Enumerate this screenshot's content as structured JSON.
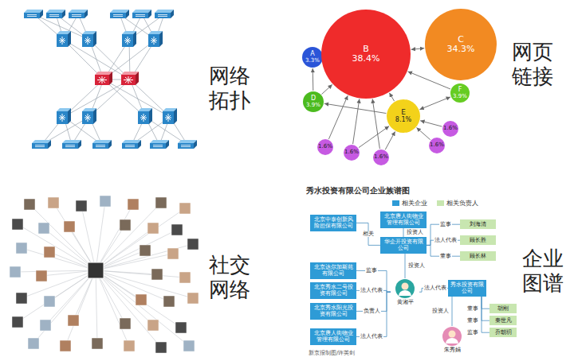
{
  "diagram": {
    "nodes": [
      {
        "text": [
          "A",
          "3.3%"
        ]
      },
      {
        "text": [
          "B",
          "38.4%"
        ]
      },
      {
        "text": [
          "C",
          "34.3%"
        ]
      },
      {
        "text": [
          "D",
          "3.9%"
        ]
      },
      {
        "text": [
          "E",
          "8.1%"
        ]
      },
      {
        "text": [
          "F",
          "3.9%"
        ]
      },
      {
        "text": [
          "1.6%"
        ]
      },
      {
        "text": [
          "1.6%"
        ]
      },
      {
        "text": [
          "1.6%"
        ]
      },
      {
        "text": [
          "1.6%"
        ]
      },
      {
        "text": [
          "1.6%"
        ]
      },
      {
        "text": [
          "北京中泰创新风险担保有限公司"
        ]
      },
      {
        "text": [
          "北京唐人街物业管理有限公司"
        ]
      },
      {
        "text": [
          "华企开投资有限公司"
        ]
      },
      {
        "text": [
          "北京达尔加斯苑有限公司"
        ]
      },
      {
        "text": [
          "北京秀水二号投资有限公司"
        ]
      },
      {
        "text": [
          "北京秀水阳光投资有限公司"
        ]
      },
      {
        "text": [
          "北京唐人街物业管理有限公司"
        ]
      },
      {
        "text": [
          "秀水投资有限公司"
        ]
      },
      {
        "text": [
          "刘海清"
        ]
      },
      {
        "text": [
          "顾长胜"
        ]
      },
      {
        "text": [
          "顾长林"
        ]
      },
      {
        "text": [
          "胡刚"
        ]
      },
      {
        "text": [
          "秦世凡"
        ]
      },
      {
        "text": [
          "乔朝玥"
        ]
      },
      {
        "text": [
          "黄湘平"
        ]
      },
      {
        "text": [
          "朱秀娟"
        ]
      }
    ],
    "edges": [
      {
        "from": 1,
        "to": 2,
        "arrow": "both"
      },
      {
        "from": 3,
        "to": 0,
        "arrow": "to"
      },
      {
        "from": 3,
        "to": 1,
        "arrow": "to"
      },
      {
        "from": 4,
        "to": 1,
        "arrow": "to"
      },
      {
        "from": 4,
        "to": 3,
        "arrow": "to"
      },
      {
        "from": 4,
        "to": 5,
        "arrow": "both"
      },
      {
        "from": 5,
        "to": 1,
        "arrow": "to"
      },
      {
        "from": 6,
        "to": 1,
        "arrow": "to"
      },
      {
        "from": 7,
        "to": 1,
        "arrow": "to"
      },
      {
        "from": 7,
        "to": 4,
        "arrow": "to"
      },
      {
        "from": 8,
        "to": 1,
        "arrow": "to"
      },
      {
        "from": 8,
        "to": 4,
        "arrow": "to"
      },
      {
        "from": 9,
        "to": 4,
        "arrow": "to"
      },
      {
        "from": 10,
        "to": 4,
        "arrow": "to"
      },
      {
        "from": 13,
        "to": 11,
        "arrow": "none",
        "label": "相关"
      },
      {
        "from": 12,
        "to": 13,
        "arrow": "none",
        "label": "投资人"
      },
      {
        "from": 13,
        "to": 19,
        "arrow": "none",
        "label": "监事"
      },
      {
        "from": 13,
        "to": 20,
        "arrow": "none",
        "label": "法人代表"
      },
      {
        "from": 13,
        "to": 21,
        "arrow": "none",
        "label": "董事"
      },
      {
        "from": 25,
        "to": 13,
        "arrow": "none",
        "label": "投资人"
      },
      {
        "from": 25,
        "to": 14,
        "arrow": "none",
        "label": "监事"
      },
      {
        "from": 25,
        "to": 15,
        "arrow": "none",
        "label": "法人代表"
      },
      {
        "from": 25,
        "to": 16,
        "arrow": "none",
        "label": "负责人"
      },
      {
        "from": 25,
        "to": 17,
        "arrow": "none",
        "label": "法人代表"
      },
      {
        "from": 25,
        "to": 18,
        "arrow": "none",
        "label": "法人代表"
      },
      {
        "from": 26,
        "to": 18,
        "arrow": "none",
        "label": "投资人"
      },
      {
        "from": 18,
        "to": 22,
        "arrow": "none",
        "label": "董事"
      },
      {
        "from": 18,
        "to": 23,
        "arrow": "none",
        "label": "董事"
      },
      {
        "from": 18,
        "to": 24,
        "arrow": "none",
        "label": "监事"
      }
    ],
    "labels": [
      "网络拓扑",
      "网页链接",
      "社交网络",
      "企业图谱",
      "秀水投资有限公司企业族谱图",
      "新京报制图/许英剑"
    ],
    "legend": [
      {
        "text": "相关企业",
        "color": "#2e9bd6"
      },
      {
        "text": "相关负责人",
        "color": "#c8e6b0"
      }
    ]
  }
}
